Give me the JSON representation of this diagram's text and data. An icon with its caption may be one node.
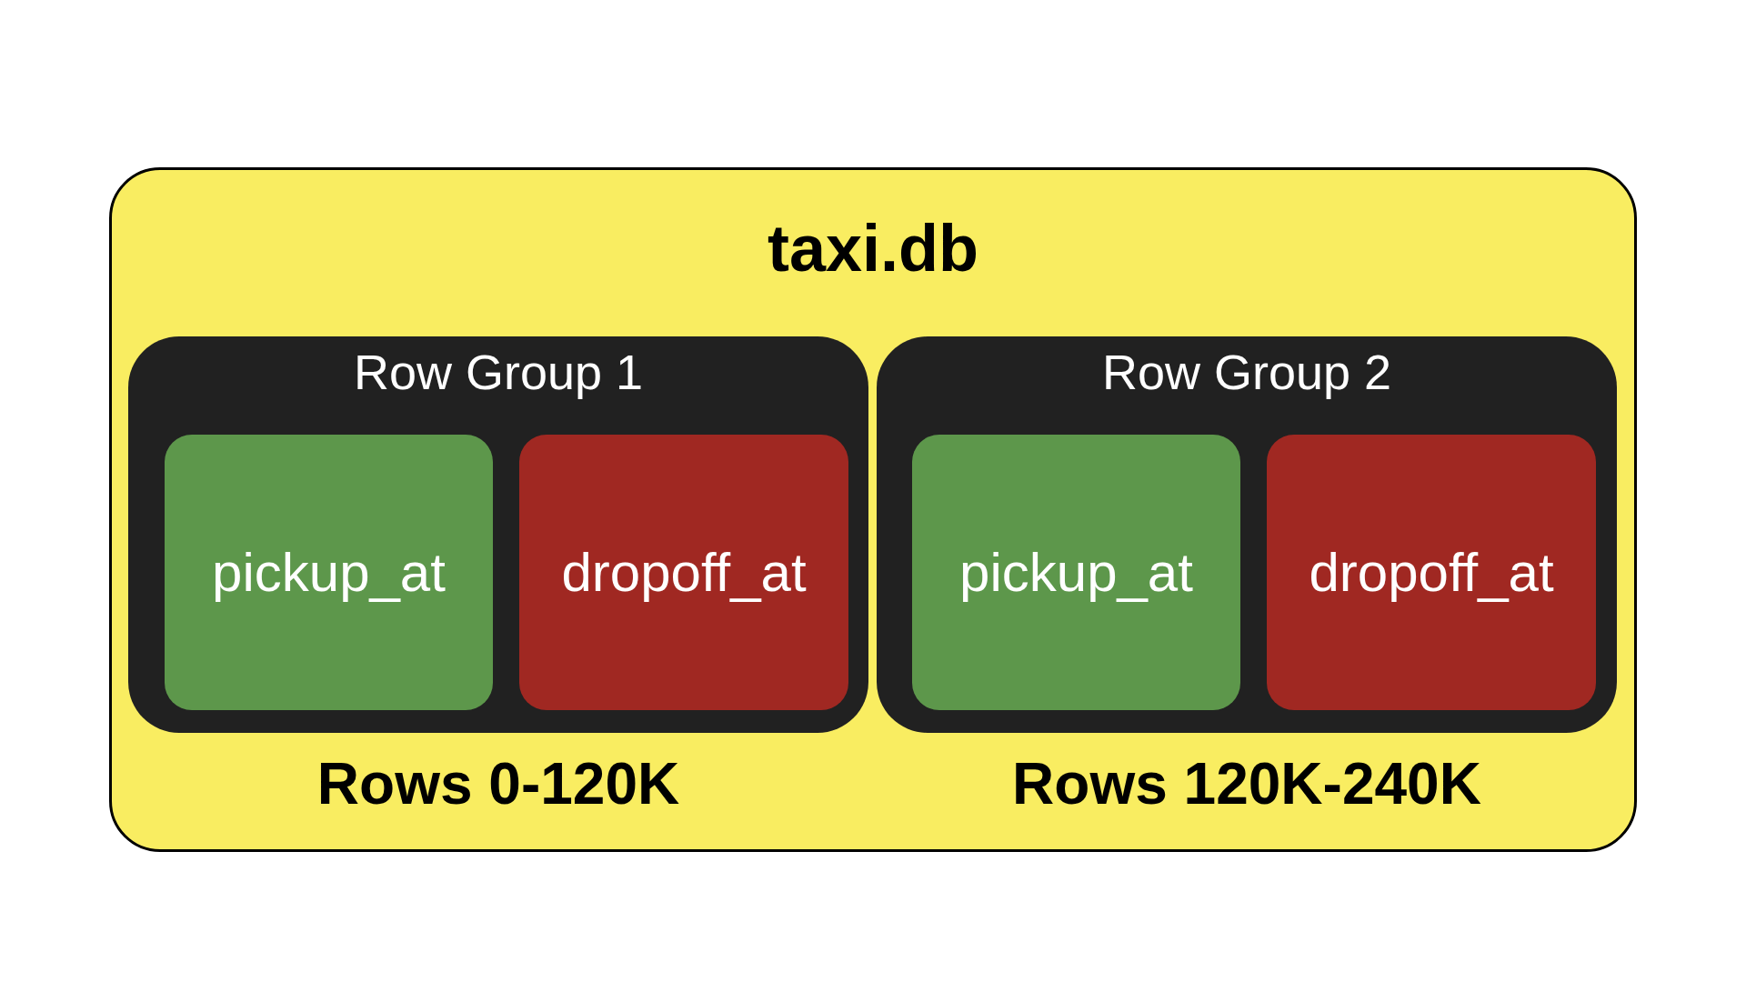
{
  "diagram": {
    "nodes": [
      {
        "text": [
          "taxi.db"
        ]
      },
      {
        "text": [
          "Row Group 1"
        ],
        "in": 0,
        "beside": [
          "Rows 0-120K"
        ]
      },
      {
        "text": [
          "pickup_at"
        ],
        "in": 1
      },
      {
        "text": [
          "dropoff_at"
        ],
        "in": 1
      },
      {
        "text": [
          "Row Group 2"
        ],
        "in": 0,
        "beside": [
          "Rows 120K-240K"
        ]
      },
      {
        "text": [
          "pickup_at"
        ],
        "in": 4
      },
      {
        "text": [
          "dropoff_at"
        ],
        "in": 4
      }
    ]
  }
}
